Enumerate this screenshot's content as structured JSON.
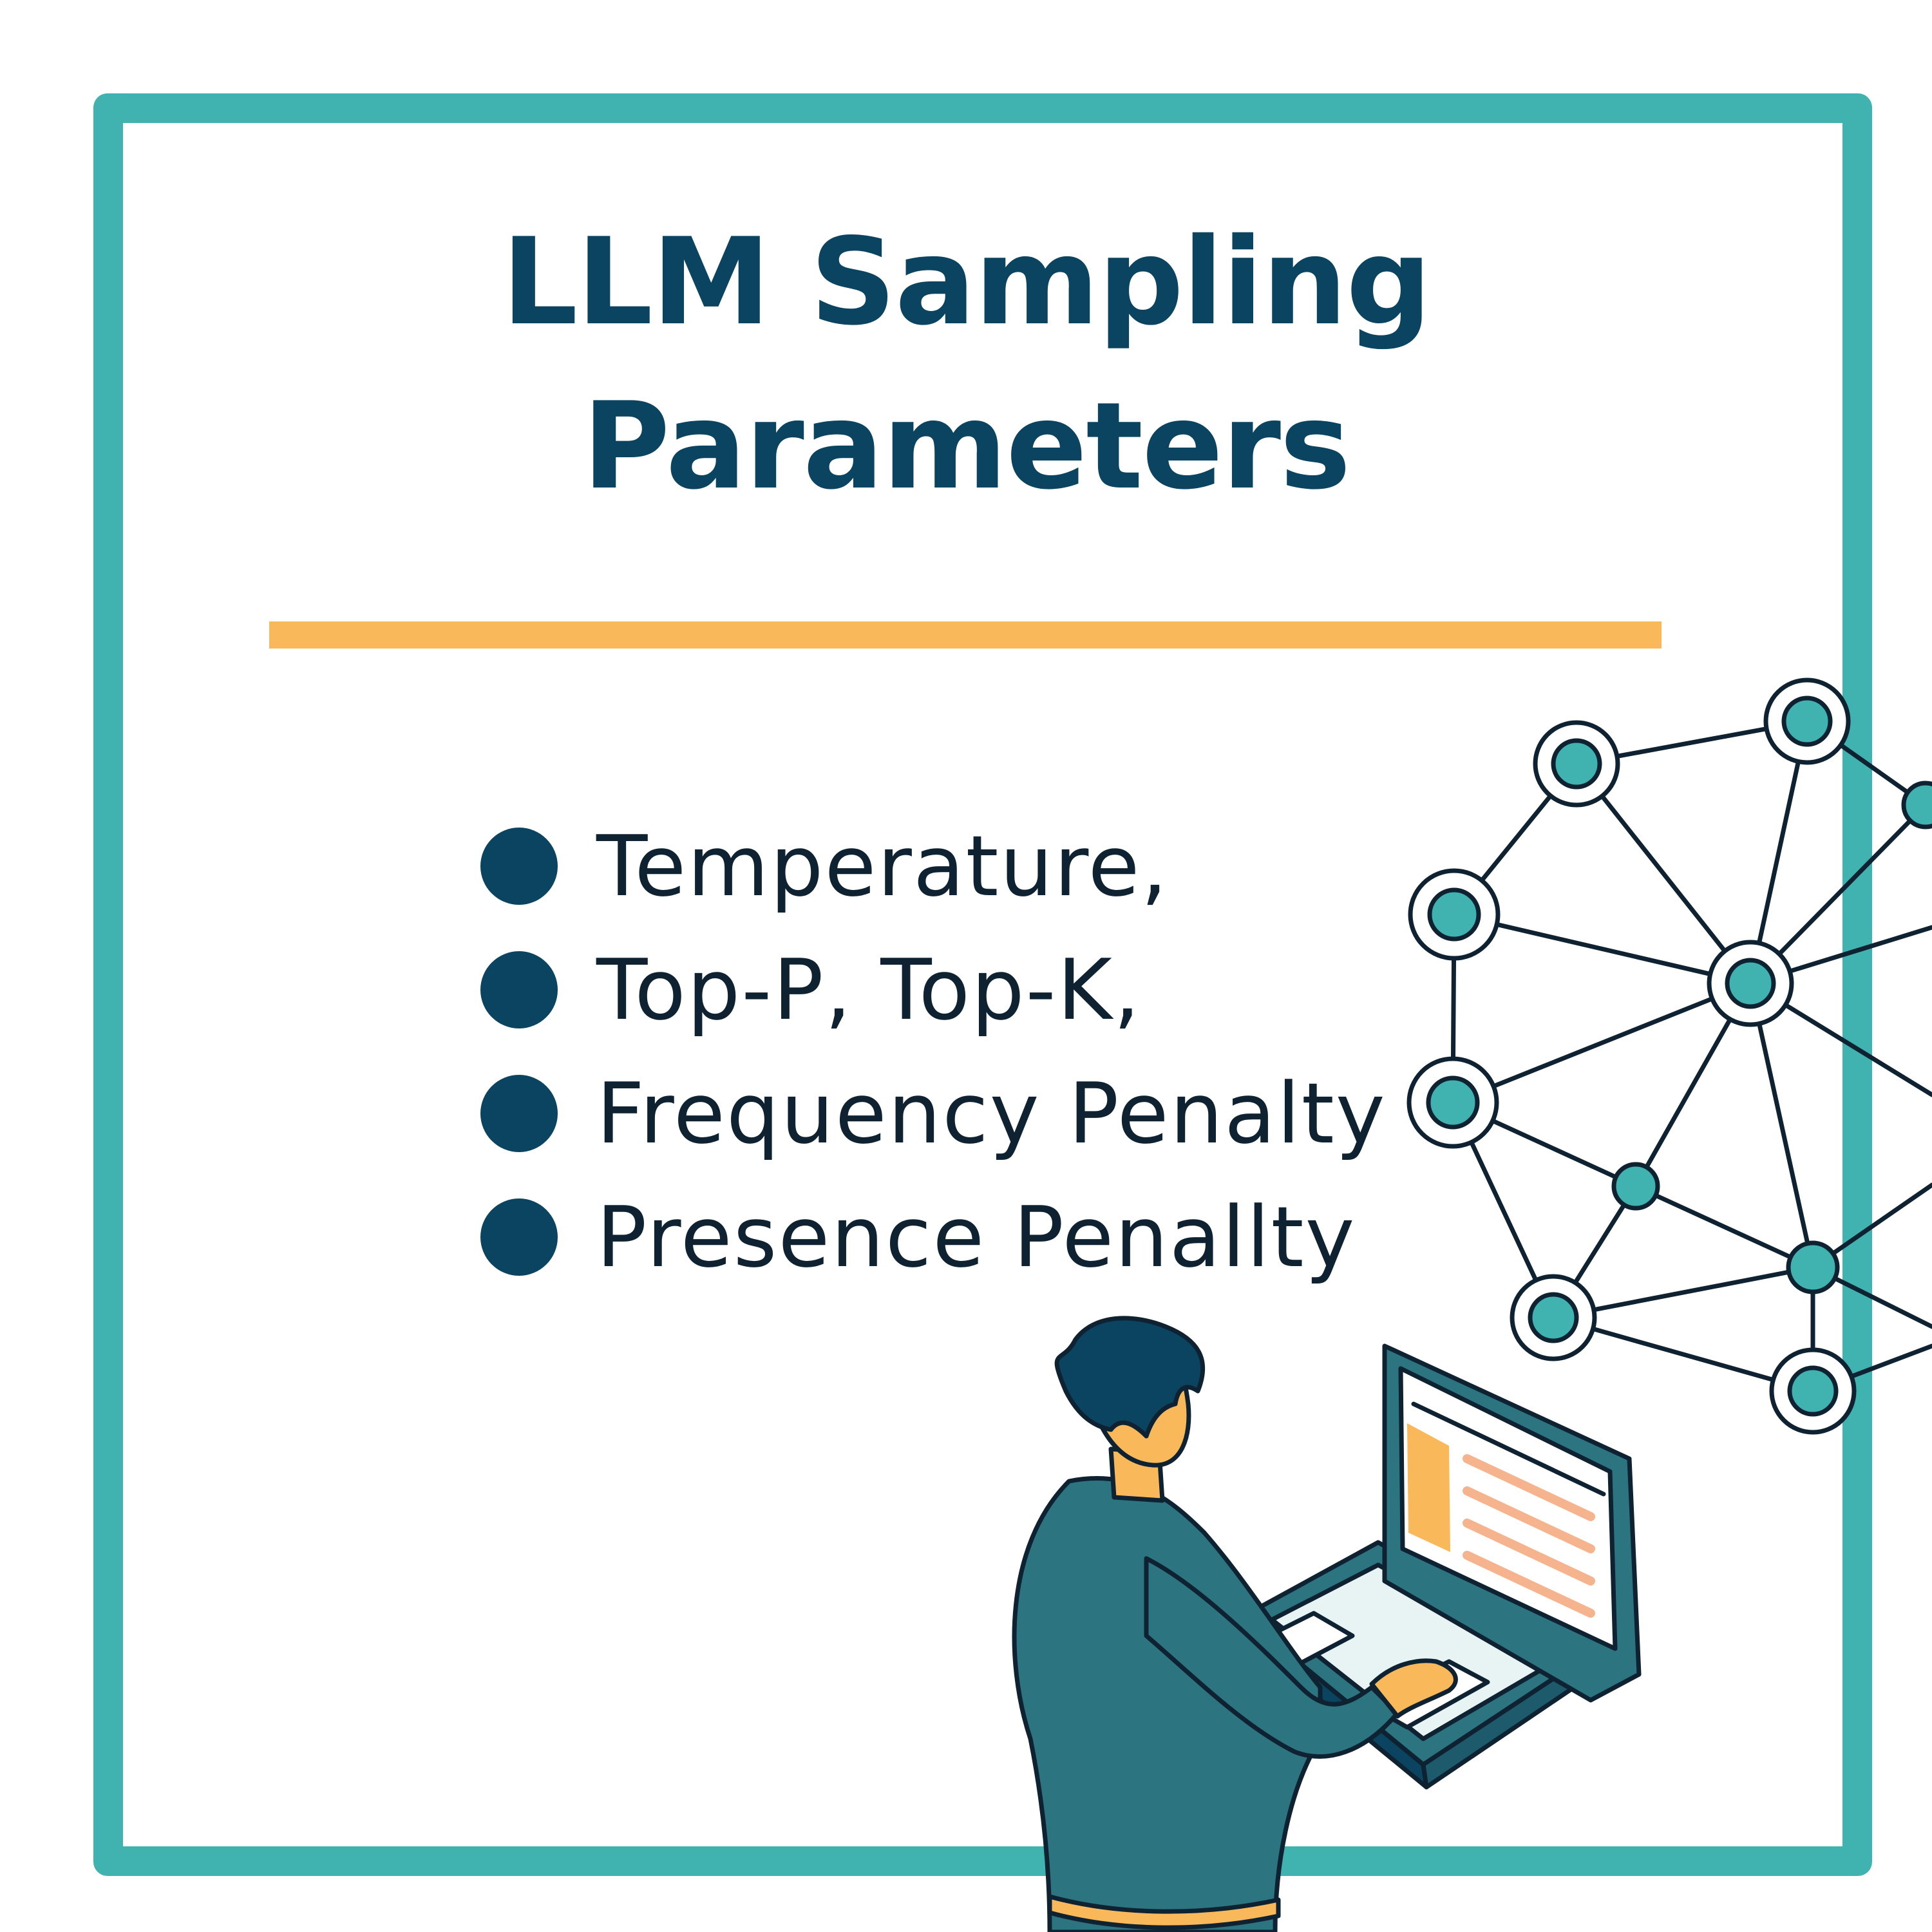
{
  "title": {
    "line1": "LLM Sampling",
    "line2": "Parameters"
  },
  "bullets": [
    {
      "label": "Temperature,"
    },
    {
      "label": "Top-P, Top-K,"
    },
    {
      "label": "Frequency Penalty"
    },
    {
      "label": "Presence Penallty"
    }
  ],
  "colors": {
    "frame": "#40b3b0",
    "title": "#0b4460",
    "divider": "#f9b95a",
    "bullet": "#0b4460",
    "node_fill": "#40b3b0",
    "outline": "#0f2232"
  },
  "illustration": {
    "network_icon": "neural-network-icon",
    "person_icon": "person-with-laptop-icon"
  }
}
